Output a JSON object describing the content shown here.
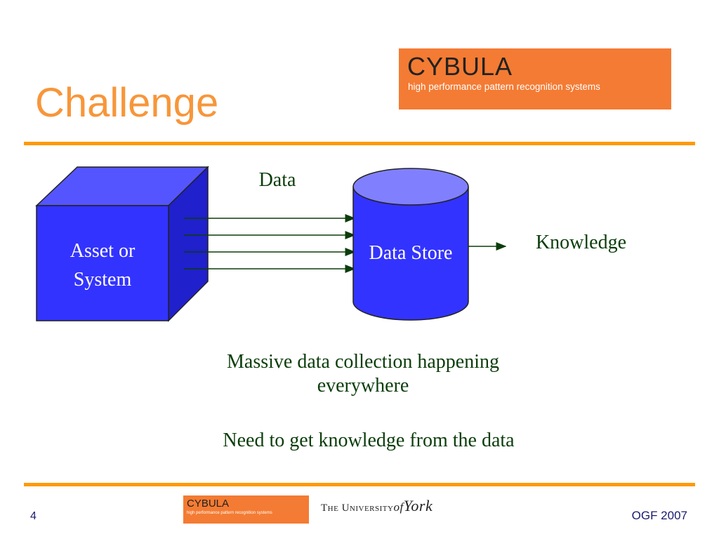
{
  "slide": {
    "title": "Challenge",
    "page_number": "4",
    "event": "OGF 2007"
  },
  "logo": {
    "brand": "CYBULA",
    "tagline": "high performance pattern recognition systems"
  },
  "footer_logo": {
    "brand": "CYBULA",
    "tagline": "high performance pattern recognition systems"
  },
  "university": {
    "prefix": "The University",
    "of": "of",
    "name": "York"
  },
  "diagram": {
    "source_label_line1": "Asset or",
    "source_label_line2": "System",
    "flow_label": "Data",
    "store_label": "Data Store",
    "output_label": "Knowledge"
  },
  "text": {
    "line1": "Massive data collection happening",
    "line2": "everywhere",
    "line3": "Need to get knowledge from the data"
  },
  "colors": {
    "title": "#F7963A",
    "accent_rule": "#FF9900",
    "logo_bg": "#F47B33",
    "shape_fill": "#3333FF",
    "cube_top": "#5555FF",
    "cube_side": "#2020CC",
    "cylinder_top": "#8080FF",
    "text_green": "#0B3D0B"
  }
}
